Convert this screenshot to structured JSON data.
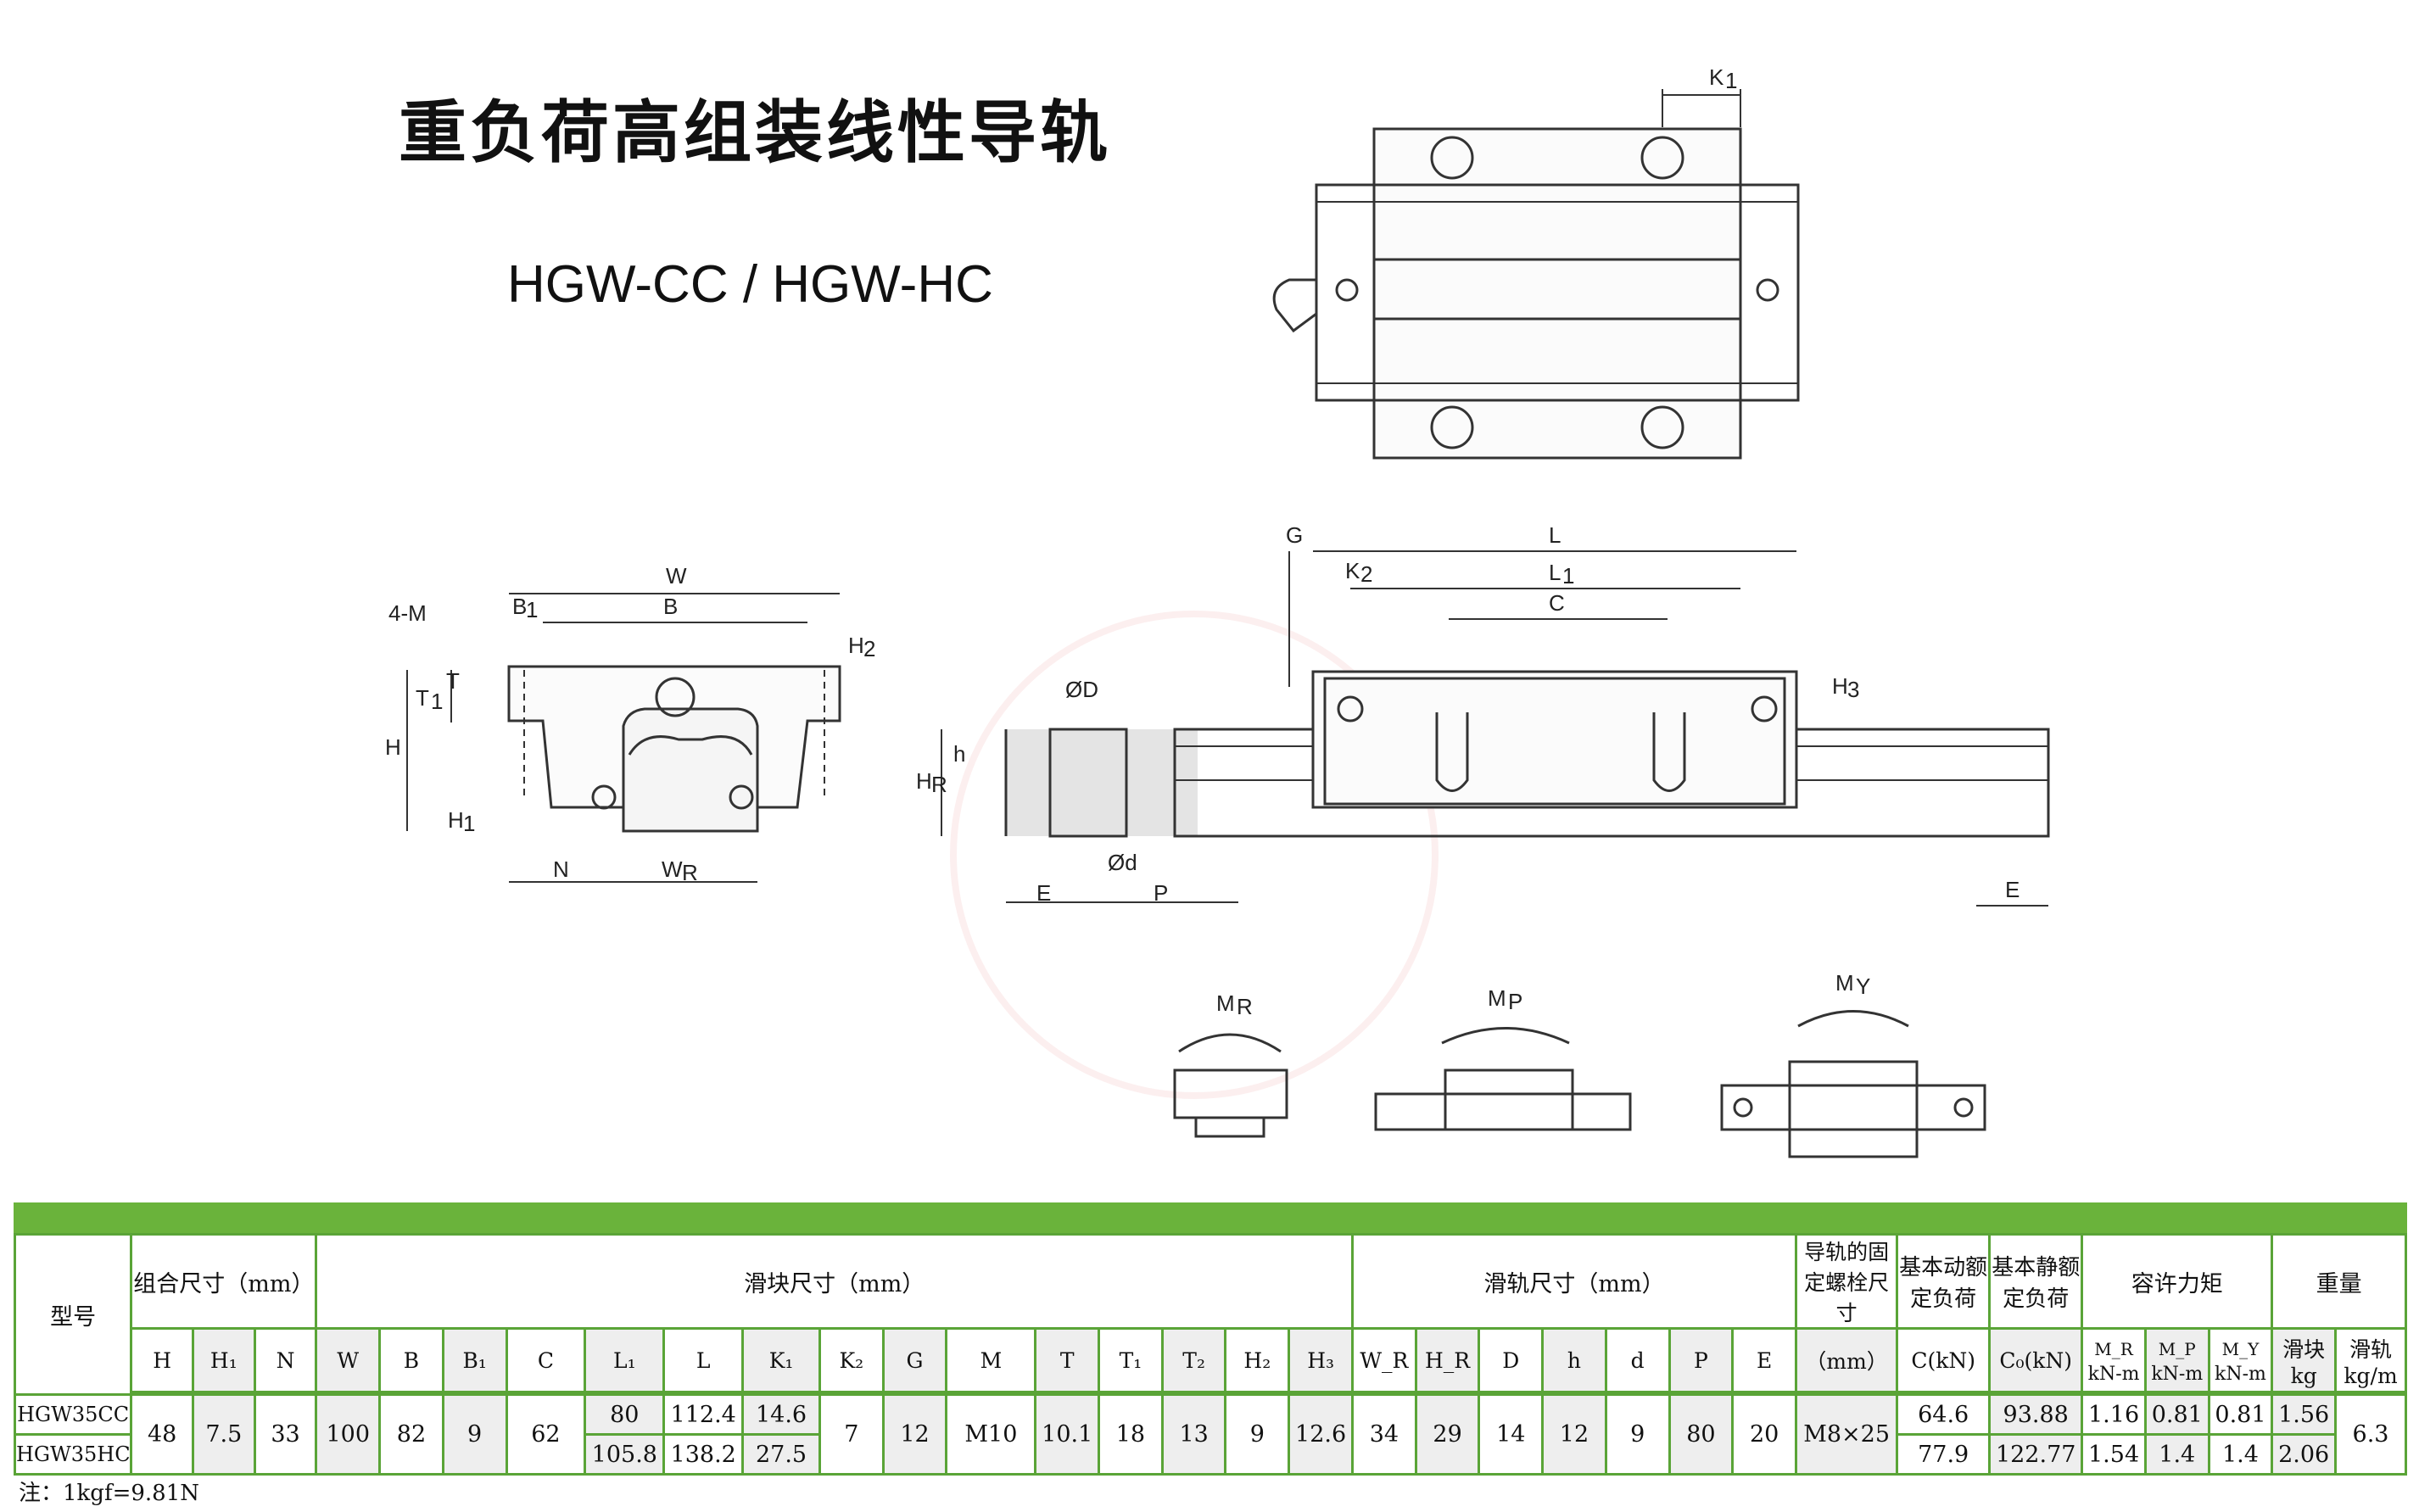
{
  "title": "重负荷高组装线性导轨",
  "model_series": "HGW-CC / HGW-HC",
  "labels": {
    "w": "W",
    "b": "B",
    "b1": "B",
    "h2": "H",
    "m4": "4-M",
    "t1": "T",
    "t": "T",
    "h": "H",
    "h1": "H",
    "n": "N",
    "wr": "W",
    "k1": "K",
    "g": "G",
    "l": "L",
    "k2": "K",
    "l1": "L",
    "c": "C",
    "h3": "H",
    "od": "ØD",
    "hr": "H",
    "hh": "h",
    "dd": "Ød",
    "e": "E",
    "p": "P",
    "e2": "E",
    "mr": "M",
    "mp": "M",
    "my": "M",
    "sub1": "1",
    "sub2": "2",
    "sub3": "3",
    "subR": "R",
    "subP": "P",
    "subY": "Y"
  },
  "table": {
    "col_model": "型号",
    "group_assembly": "组合尺寸（mm）",
    "group_block": "滑块尺寸（mm）",
    "group_rail": "滑轨尺寸（mm）",
    "col_bolt": "导轨的固定螺栓尺寸",
    "col_dyn": "基本动额定负荷",
    "col_static": "基本静额定负荷",
    "group_moment": "容许力矩",
    "group_weight": "重量",
    "col_block_w": "滑块",
    "col_rail_w": "滑轨",
    "sub_headers": [
      "H",
      "H₁",
      "N",
      "W",
      "B",
      "B₁",
      "C",
      "L₁",
      "L",
      "K₁",
      "K₂",
      "G",
      "M",
      "T",
      "T₁",
      "T₂",
      "H₂",
      "H₃",
      "W_R",
      "H_R",
      "D",
      "h",
      "d",
      "P",
      "E",
      "（mm）",
      "C(kN)",
      "C₀(kN)",
      "M_R",
      "M_P",
      "M_Y",
      "kg",
      "kg/m"
    ],
    "units_moment": [
      "kN-m",
      "kN-m",
      "kN-m"
    ],
    "rows": [
      {
        "model": "HGW35CC",
        "H": "48",
        "H1": "7.5",
        "N": "33",
        "W": "100",
        "B": "82",
        "B1": "9",
        "C": "62",
        "L1": "80",
        "L": "112.4",
        "K1": "14.6",
        "K2": "7",
        "G": "12",
        "M": "M10",
        "T": "10.1",
        "T1": "18",
        "T2": "13",
        "H2": "9",
        "H3": "12.6",
        "WR": "34",
        "HR": "29",
        "D": "14",
        "h": "12",
        "d": "9",
        "P": "80",
        "E": "20",
        "bolt": "M8×25",
        "C_dyn": "64.6",
        "C0": "93.88",
        "MR": "1.16",
        "MP": "0.81",
        "MY": "0.81",
        "block_kg": "1.56",
        "rail_kgm": "6.3"
      },
      {
        "model": "HGW35HC",
        "L1": "105.8",
        "L": "138.2",
        "K1": "27.5",
        "C_dyn": "77.9",
        "C0": "122.77",
        "MR": "1.54",
        "MP": "1.4",
        "MY": "1.4",
        "block_kg": "2.06"
      }
    ]
  },
  "note": "注：1kgf=9.81N",
  "colors": {
    "accent_green": "#6ab33b",
    "border_green": "#5aa437",
    "shade": "#eeeeee"
  }
}
